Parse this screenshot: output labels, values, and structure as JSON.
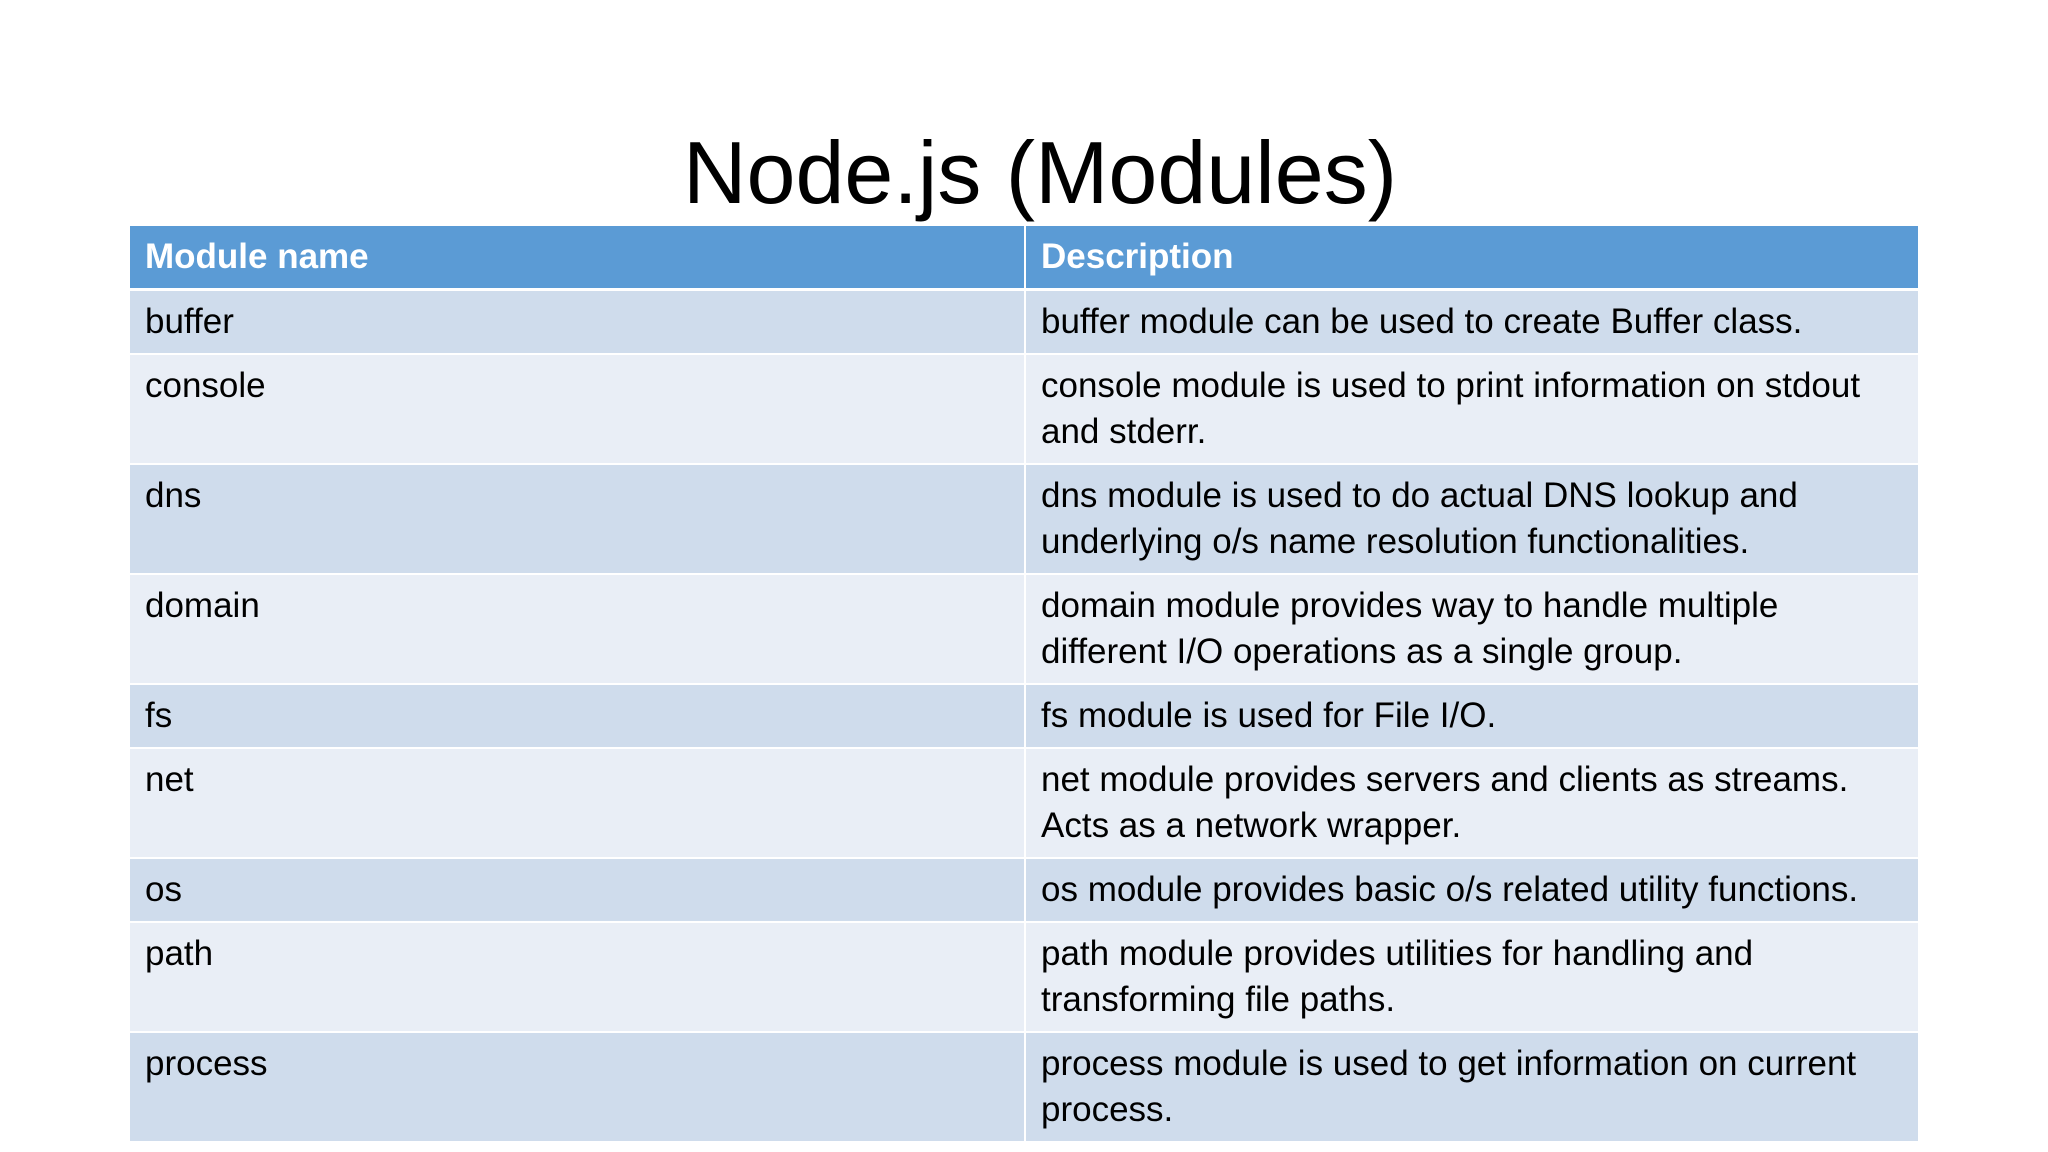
{
  "slide": {
    "title": "Node.js (Modules)"
  },
  "table": {
    "headers": [
      "Module name",
      "Description"
    ],
    "rows": [
      {
        "name": "buffer",
        "description": "buffer module can be used to create Buffer class."
      },
      {
        "name": "console",
        "description": "console module is used to print information on stdout and stderr."
      },
      {
        "name": "dns",
        "description": "dns module is used to do actual DNS lookup and underlying o/s name resolution functionalities."
      },
      {
        "name": "domain",
        "description": "domain module provides way to handle multiple different I/O operations as a single group."
      },
      {
        "name": "fs",
        "description": "fs module is used for File I/O."
      },
      {
        "name": "net",
        "description": "net module provides servers and clients as streams. Acts as a network  wrapper."
      },
      {
        "name": "os",
        "description": "os module provides basic o/s related utility functions."
      },
      {
        "name": "path",
        "description": "path module provides utilities for handling and transforming file paths."
      },
      {
        "name": "process",
        "description": "process module is used to get information on current process."
      }
    ]
  },
  "colors": {
    "header": "#5b9bd5",
    "row_odd": "#cfdcec",
    "row_even": "#e9eef6"
  }
}
